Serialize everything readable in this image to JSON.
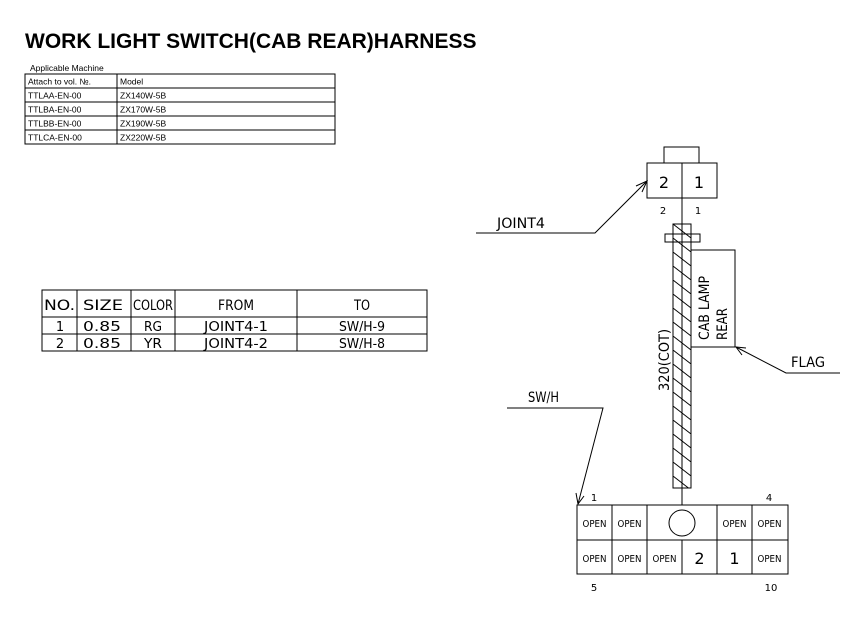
{
  "title": "WORK LIGHT SWITCH(CAB REAR)HARNESS",
  "applicable": {
    "caption": "Applicable Machine",
    "headers": [
      "Attach to vol. №.",
      "Model"
    ],
    "rows": [
      [
        "TTLAA-EN-00",
        "ZX140W-5B"
      ],
      [
        "TTLBA-EN-00",
        "ZX170W-5B"
      ],
      [
        "TTLBB-EN-00",
        "ZX190W-5B"
      ],
      [
        "TTLCA-EN-00",
        "ZX220W-5B"
      ]
    ]
  },
  "wire_table": {
    "headers": [
      "NO.",
      "SIZE",
      "COLOR",
      "FROM",
      "TO"
    ],
    "rows": [
      [
        "1",
        "0.85",
        "RG",
        "JOINT4-1",
        "SW/H-9"
      ],
      [
        "2",
        "0.85",
        "YR",
        "JOINT4-2",
        "SW/H-8"
      ]
    ]
  },
  "joint": {
    "label": "JOINT4",
    "cells": [
      "2",
      "1"
    ],
    "pins": [
      "2",
      "1"
    ]
  },
  "wire": {
    "length_label": "320(COT)",
    "flag_text": [
      "CAB LAMP",
      "REAR"
    ],
    "flag_label": "FLAG"
  },
  "switch": {
    "label": "SW/H",
    "top_row": [
      "OPEN",
      "OPEN",
      "OPEN",
      "OPEN"
    ],
    "bottom_row": [
      "OPEN",
      "OPEN",
      "OPEN",
      "2",
      "1",
      "OPEN"
    ],
    "pin_labels": {
      "top_left": "1",
      "top_right": "4",
      "bottom_left": "5",
      "bottom_right": "10"
    }
  }
}
